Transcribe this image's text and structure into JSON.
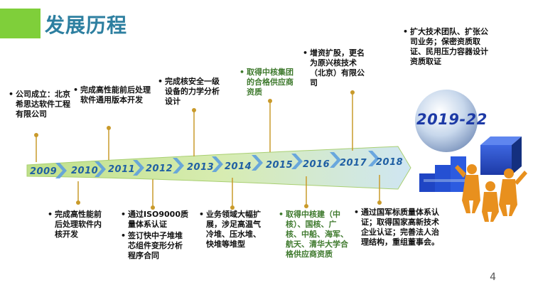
{
  "page_title": "发展历程",
  "badge_text": "2019-22",
  "page_number": "4",
  "years": [
    "2009",
    "2010",
    "2011",
    "2012",
    "2013",
    "2014",
    "2015",
    "2016",
    "2017",
    "2018"
  ],
  "notes": {
    "n2009": "公司成立：北京希思达软件工程有限公司",
    "n2010": "完成高性能前后处理软件内核开发",
    "n2011": "完成高性能前后处理软件通用版本开发",
    "n2012a": "通过ISO9000质量体系认证",
    "n2012b": "签订快中子堆堆芯组件变形分析程序合同",
    "n2013": "完成核安全一级设备的力学分析设计",
    "n2014": "业务领域大幅扩展，涉足高温气冷堆、压水堆、快堆等堆型",
    "n2015": "取得中核集团的合格供应商资质",
    "n2016": "取得中核建（中核）、国核、广核、中船、海军、航天、清华大学合格供应商资质",
    "n2017": "增资扩股，更名为原兴核技术（北京）有限公司",
    "n2018a": "通过国军标质量体系认证；取得国家高新技术企业认证；完善法人治理结构，重组董事会。",
    "n2019": "扩大技术团队、扩张公司业务；保密资质取证、民用压力容器设计资质取证"
  }
}
